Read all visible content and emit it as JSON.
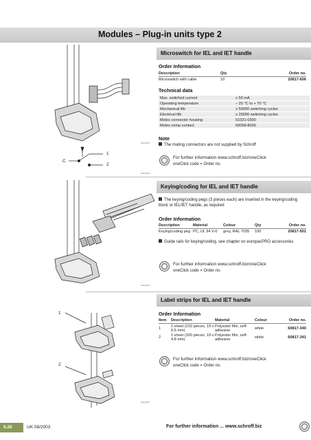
{
  "page_title": "Modules – Plug-in units type 2",
  "sections": {
    "microswitch": {
      "title": "Microswitch for IEL and IET handle",
      "order_heading": "Order Information",
      "order_headers": [
        "Description",
        "Qty",
        "Order no."
      ],
      "order_rows": [
        [
          "Microswitch with cable",
          "10",
          "20817-606"
        ]
      ],
      "tech_heading": "Technical data",
      "tech_rows": [
        [
          "Max. switched current",
          "≤ 50 mA"
        ],
        [
          "Operating temperature",
          "– 25 °C to + 70 °C"
        ],
        [
          "Mechanical life",
          "≥ 50000 switching cycles"
        ],
        [
          "Electrical life",
          "≥ 20000 switching cycles"
        ],
        [
          "Molex connector housing",
          "51021-0300"
        ],
        [
          "Molex crimp contact",
          "50058-8000"
        ]
      ],
      "note_heading": "Note",
      "note_text": "The mating connectors are not supplied by Schroff",
      "info_line": "For further information www.schroff.biz/oneClick",
      "info_sub": "oneClick code = Order no.",
      "fig_code_1": "IEG16814",
      "fig_code_2": "IEG16815",
      "schematic_labels": [
        "C",
        "1",
        "2"
      ]
    },
    "keying": {
      "title": "Keying/coding for IEL and IET handle",
      "bullet_text": "The keying/coding pegs (3 pieces each) are inserted in the keying/coding block or IEL/IET handle, as required",
      "order_heading": "Order Information",
      "order_headers": [
        "Description",
        "Material",
        "Colour",
        "Qty",
        "Order no."
      ],
      "order_rows": [
        [
          "Keying/coding peg",
          "PC, UL 94 V-0",
          "grey, RAL 7035",
          "100",
          "20817-501"
        ]
      ],
      "bullet2_text": "Guide rails for keying/coding, see chapter on europacPRO accessories",
      "info_line": "For further information www.schroff.biz/oneClick",
      "info_sub": "oneClick code = Order no.",
      "fig_code": "IEG16816"
    },
    "label_strips": {
      "title": "Label strips for IEL and IET handle",
      "order_heading": "Order Information",
      "order_headers": [
        "Item",
        "Description",
        "Material",
        "Colour",
        "Order no."
      ],
      "order_rows": [
        [
          "1",
          "1 sheet (210 pieces, 19 x 9.5 mm)",
          "Polyester film, self-adhesive",
          "white",
          "60817-340"
        ],
        [
          "2",
          "1 sheet (320 pieces, 19 x 4.8 mm)",
          "Polyester film, self-adhesive",
          "white",
          "60817-341"
        ]
      ],
      "info_line": "For further information www.schroff.biz/oneClick",
      "info_sub": "oneClick code = Order no.",
      "fig_code": "IEG16817",
      "item_labels": [
        "1",
        "2"
      ]
    }
  },
  "footer": {
    "page_number": "5.26",
    "edition": "UK  08/2003",
    "info": "For further information ... www.schroff.biz"
  },
  "colors": {
    "footer_accent": "#8a9a5a",
    "section_bar": "#cfcfcf"
  }
}
